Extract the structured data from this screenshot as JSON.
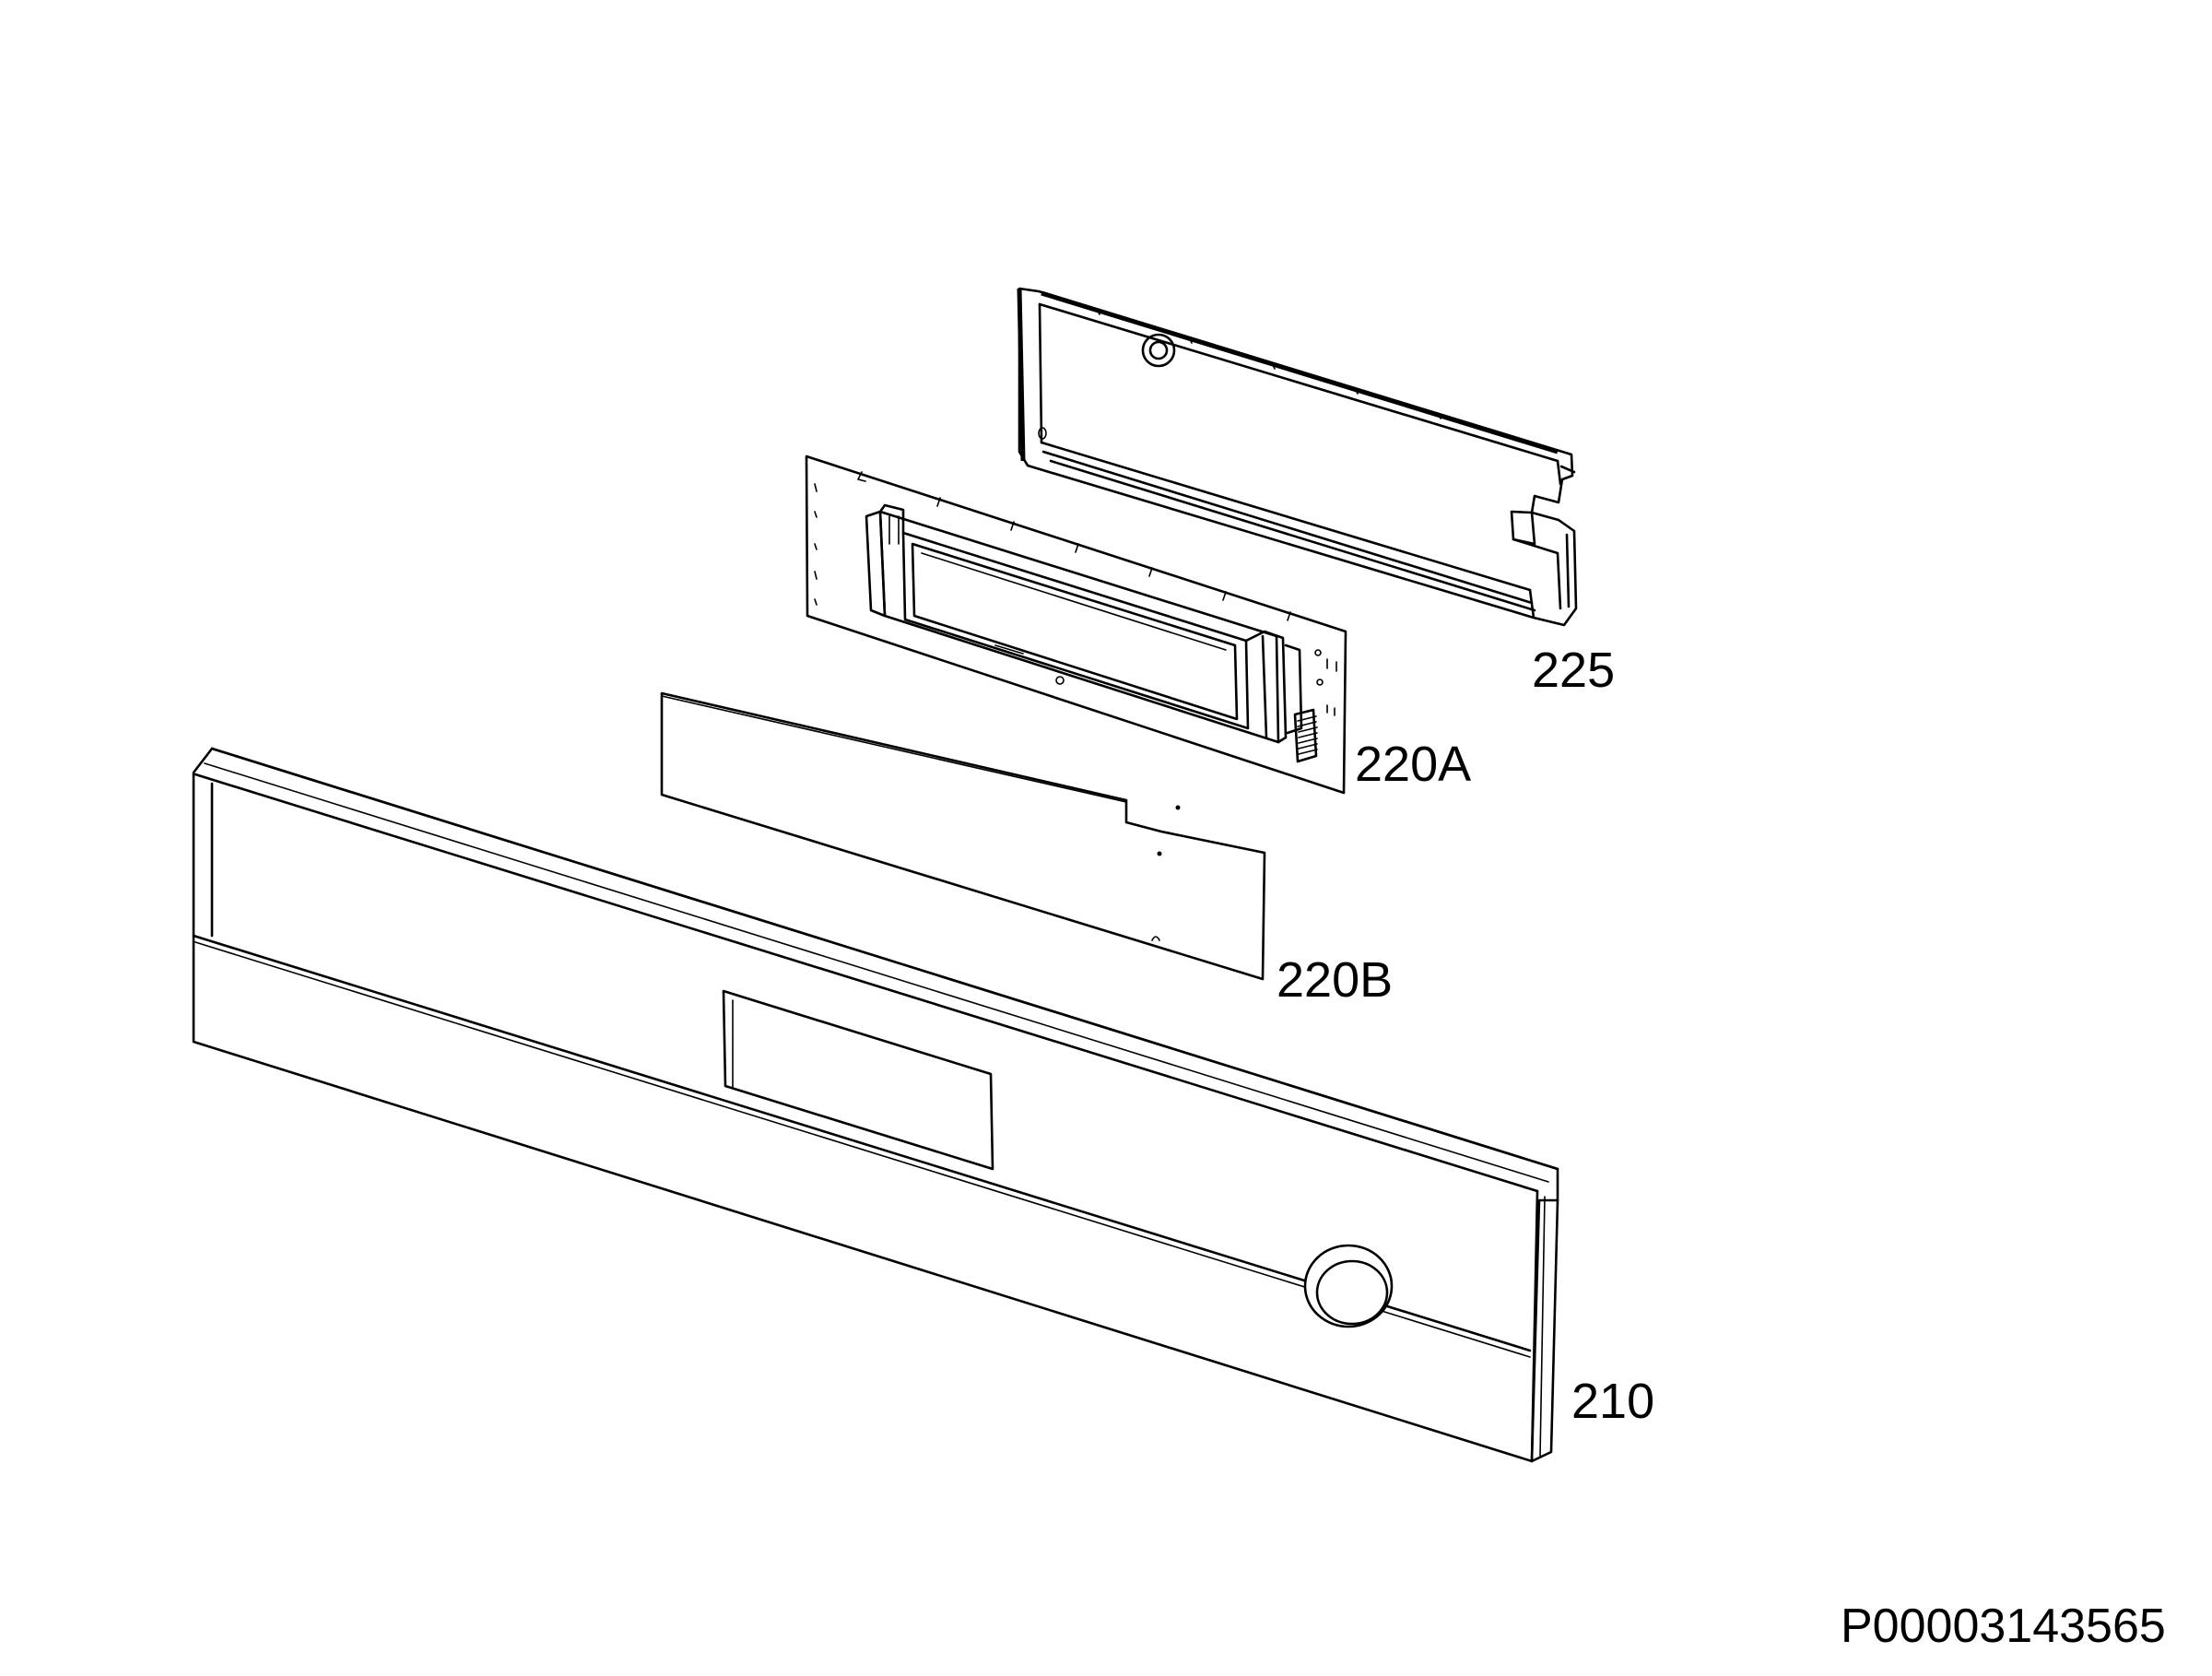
{
  "parts": {
    "p225": {
      "label": "225"
    },
    "p220a": {
      "label": "220A"
    },
    "p220b": {
      "label": "220B"
    },
    "p210": {
      "label": "210"
    }
  },
  "document": {
    "id": "P00003143565"
  },
  "colors": {
    "line": "#000000",
    "background": "#ffffff"
  }
}
